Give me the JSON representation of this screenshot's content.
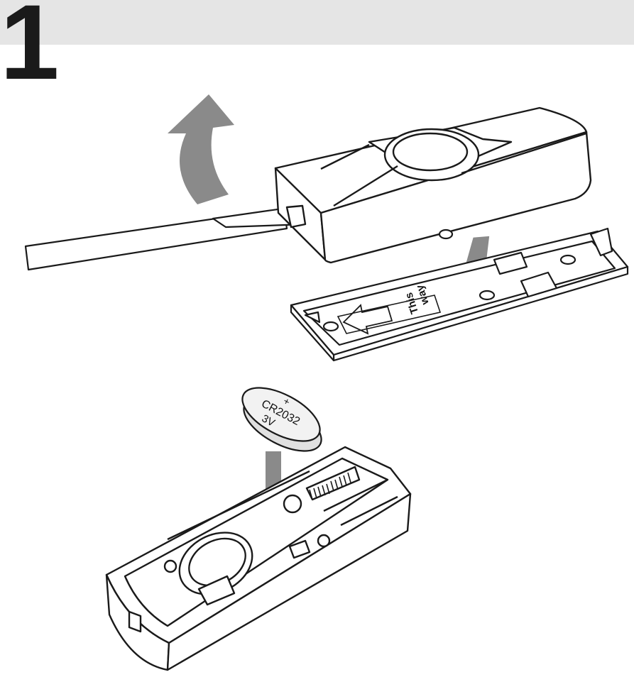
{
  "step": {
    "number": "1"
  },
  "battery": {
    "polarity": "+",
    "model": "CR2032",
    "voltage": "3V"
  },
  "cover": {
    "label_line1": "This",
    "label_line2": "way"
  },
  "colors": {
    "band": "#e5e5e5",
    "arrow": "#8a8a8a",
    "ink": "#1a1a1a",
    "coin_cell": "#f2f2f2"
  }
}
